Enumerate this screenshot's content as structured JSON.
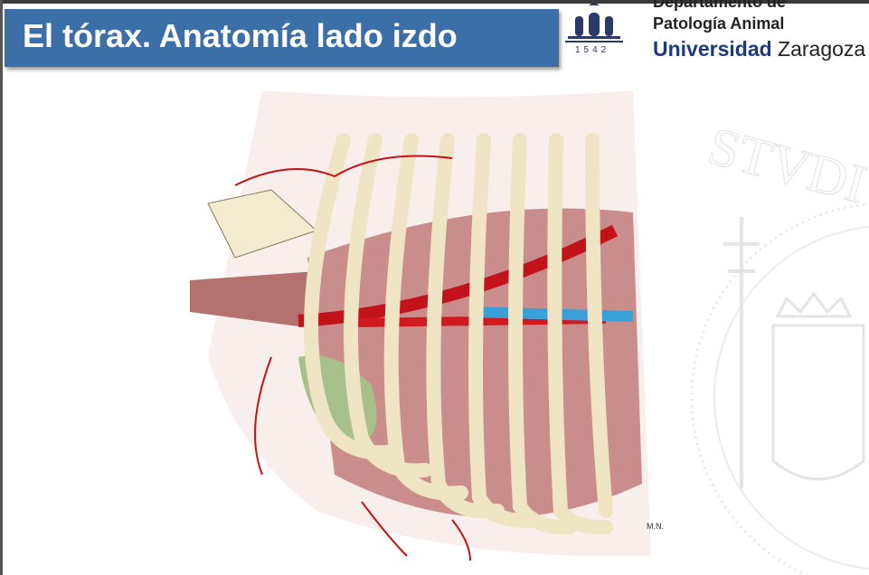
{
  "slide": {
    "title": "El tórax. Anatomía lado izdo"
  },
  "header": {
    "dept_line1": "Departamento de",
    "dept_line2": "Patología Animal",
    "university_bold": "Universidad",
    "university_regular": "Zaragoza",
    "logo_year": "1542"
  },
  "figure": {
    "signature": "M.N."
  },
  "watermark": {
    "text": "STVDIV"
  },
  "colors": {
    "banner": "#3c6ea8",
    "university": "#1f3a7a"
  }
}
